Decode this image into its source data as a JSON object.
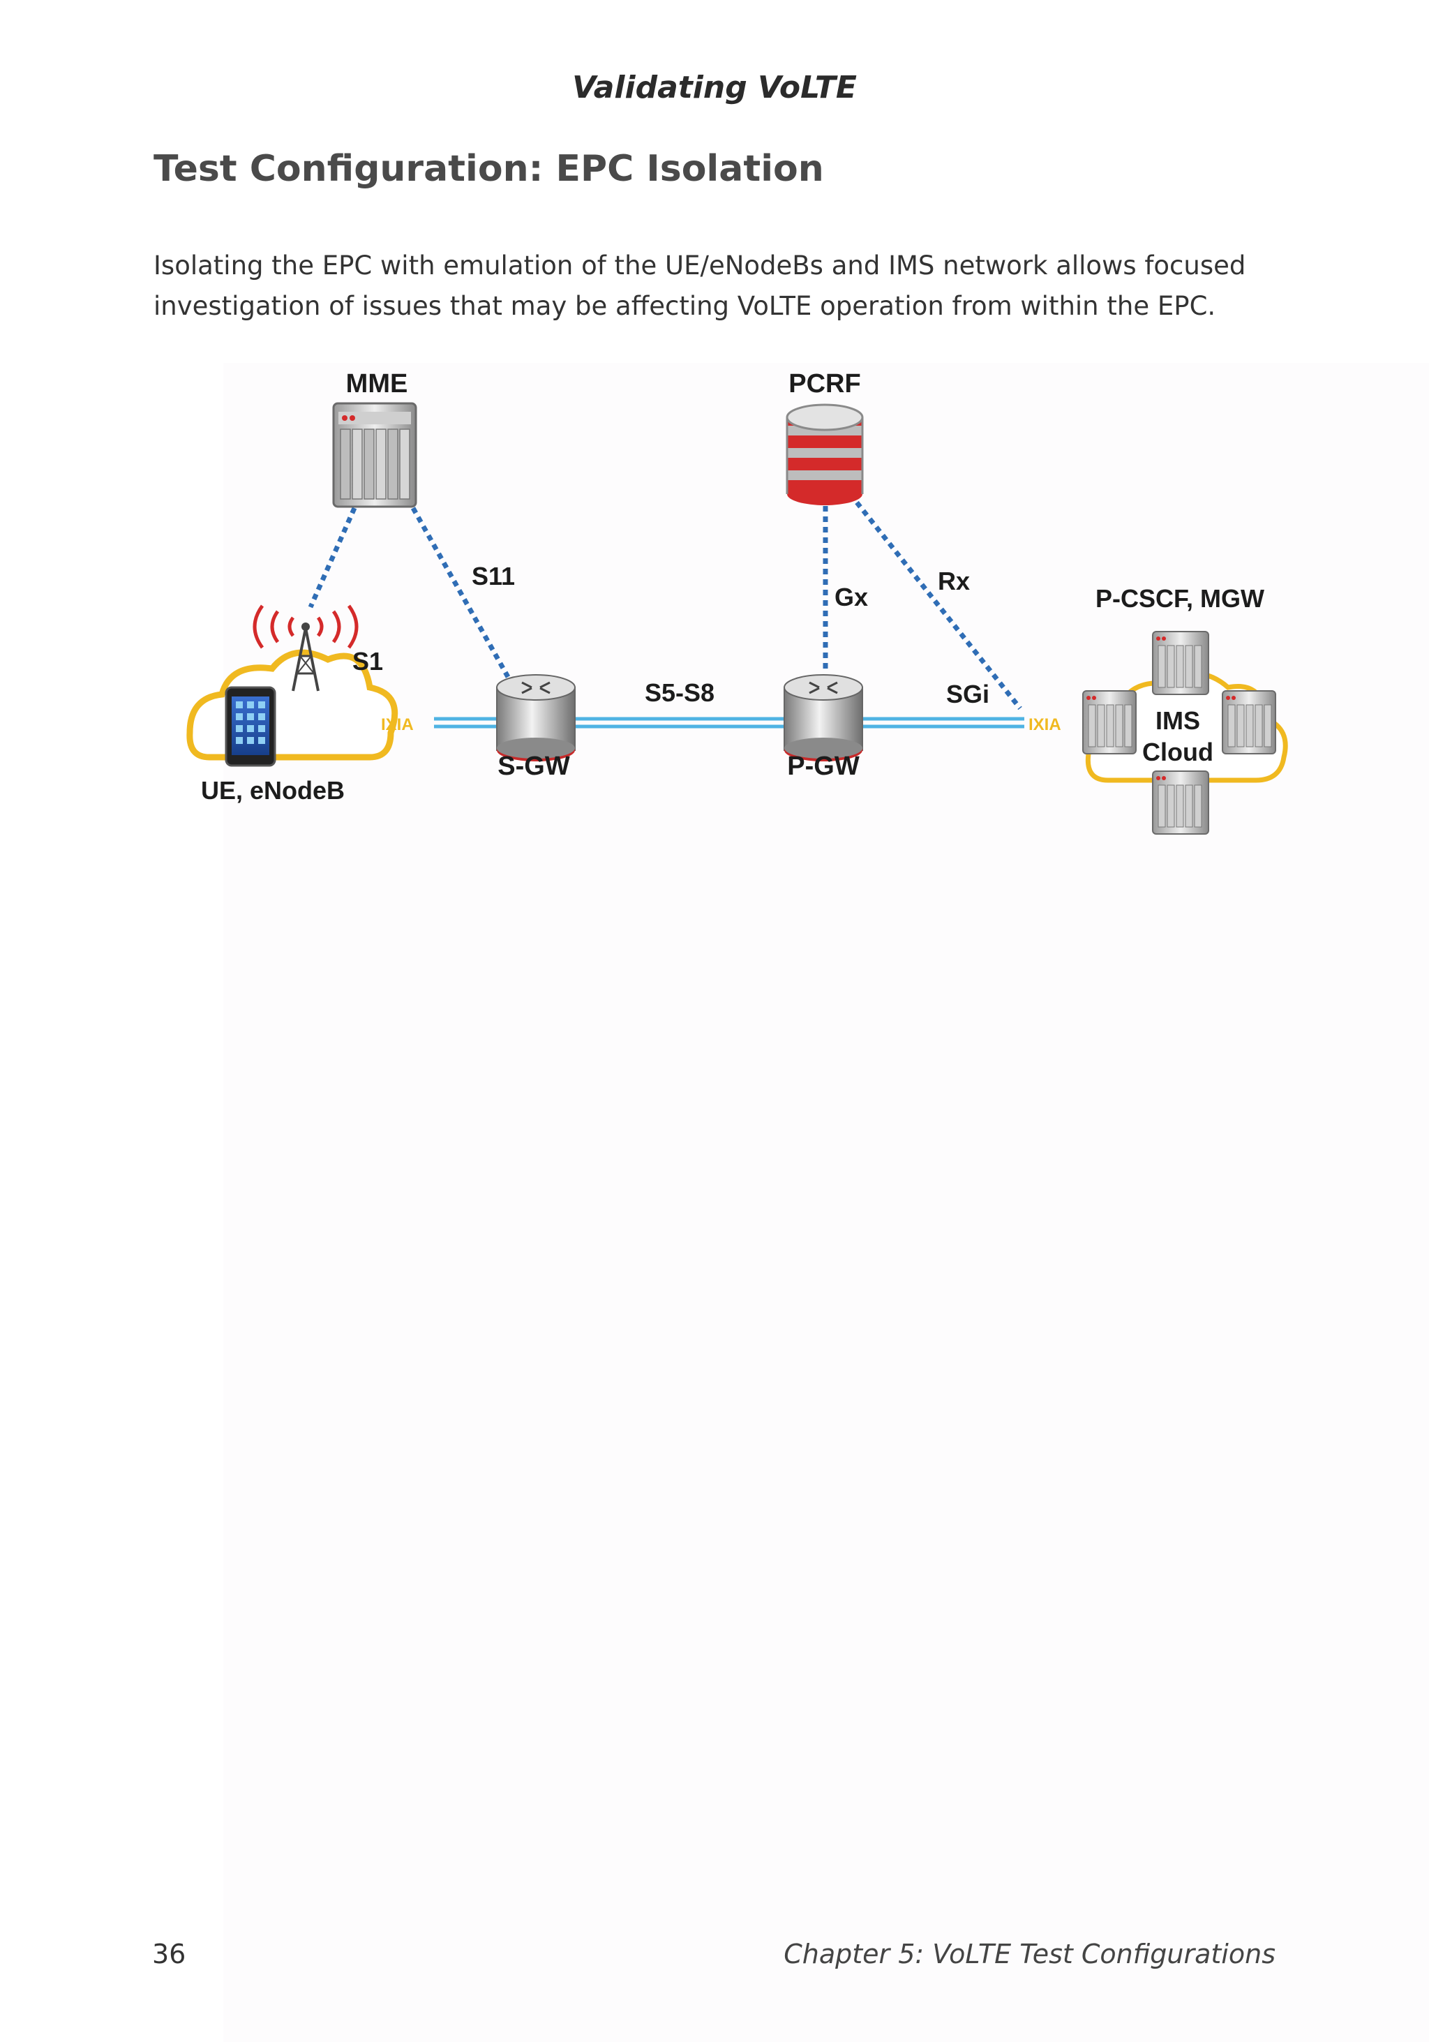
{
  "header": {
    "running_title": "Validating VoLTE"
  },
  "section": {
    "title": "Test Configuration: EPC Isolation",
    "intro_line1": "Isolating the EPC with emulation of the UE/eNodeBs and IMS network allows focused",
    "intro_line2": "investigation of issues that may be affecting VoLTE operation from within the EPC."
  },
  "diagram": {
    "nodes": {
      "mme": "MME",
      "pcrf": "PCRF",
      "sgw": "S-GW",
      "pgw": "P-GW",
      "ue": "UE, eNodeB",
      "pcscf": "P-CSCF, MGW",
      "ims_line1": "IMS",
      "ims_line2": "Cloud"
    },
    "interfaces": {
      "s1": "S1",
      "s11": "S11",
      "s5s8": "S5-S8",
      "gx": "Gx",
      "rx": "Rx",
      "sgi": "SGi"
    },
    "emulator_left": "IXIA",
    "emulator_right": "IXIA",
    "colors": {
      "data_link": "#4fb3e3",
      "control_link": "#2f6db5",
      "cloud_border": "#f0b920",
      "pcrf_red": "#d42a2a",
      "ixia_text": "#f0b920"
    }
  },
  "footer": {
    "page_number": "36",
    "chapter": "Chapter 5: VoLTE Test Configurations"
  }
}
